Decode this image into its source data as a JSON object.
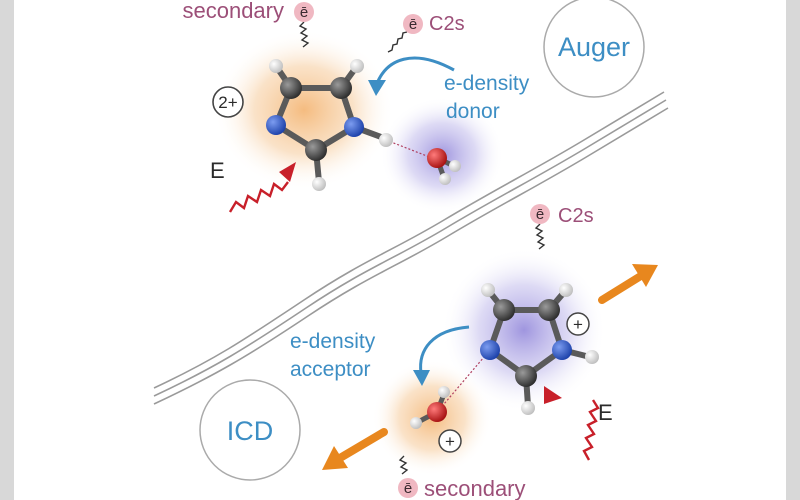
{
  "labels": {
    "secondary_top": "secondary",
    "c2s_top": "C2s",
    "auger": "Auger",
    "e_density_top": "e-density",
    "donor": "donor",
    "charge_2plus": "2+",
    "energy_top": "E",
    "c2s_bottom": "C2s",
    "plus_imidazole": "+",
    "e_density_bottom": "e-density",
    "acceptor": "acceptor",
    "energy_bottom": "E",
    "icd": "ICD",
    "plus_water": "+",
    "secondary_bottom": "secondary",
    "electron_symbol": "ē"
  },
  "colors": {
    "text_dark": "#2b2b2b",
    "text_blue": "#3d8ec4",
    "text_purple": "#9c4f78",
    "electron_fill": "#f0b8c2",
    "arrow_orange": "#e8871e",
    "arrow_red": "#c8202a",
    "arrow_blue": "#3d8ec4",
    "glow_orange": "#f4b879",
    "glow_purple": "#9a90dd",
    "atom_carbon": "#4a4a4a",
    "atom_nitrogen": "#2c55c8",
    "atom_oxygen": "#cc1b1b",
    "atom_hydrogen": "#f4f4f4"
  }
}
